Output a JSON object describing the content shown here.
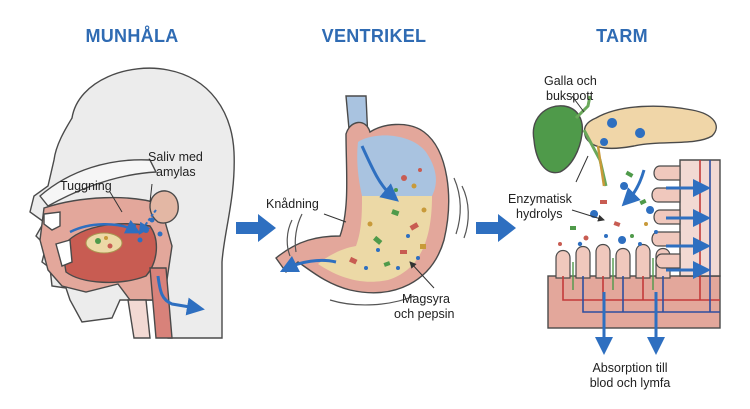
{
  "panels": {
    "mouth": {
      "title": "MUNHÅLA",
      "labels": {
        "chewing": "Tuggning",
        "saliva_line1": "Saliv med",
        "saliva_line2": "amylas"
      }
    },
    "stomach": {
      "title": "VENTRIKEL",
      "labels": {
        "kneading": "Knådning",
        "acid_line1": "Magsyra",
        "acid_line2": "och pepsin"
      }
    },
    "intestine": {
      "title": "TARM",
      "labels": {
        "bile_line1": "Galla och",
        "bile_line2": "bukspott",
        "enzyme_line1": "Enzymatisk",
        "enzyme_line2": "hydrolys",
        "absorb_line1": "Absorption till",
        "absorb_line2": "blod och lymfa"
      }
    }
  },
  "colors": {
    "title": "#2f6bb3",
    "arrow": "#2e6fc0",
    "tissue": "#e3a79b",
    "mucosa": "#c85c52",
    "chyme": "#ecd9a6",
    "stomach_upper": "#a9c3e0",
    "gallbladder": "#4f9a4a",
    "pancreas": "#f0d6a8",
    "head": "#ececec"
  }
}
